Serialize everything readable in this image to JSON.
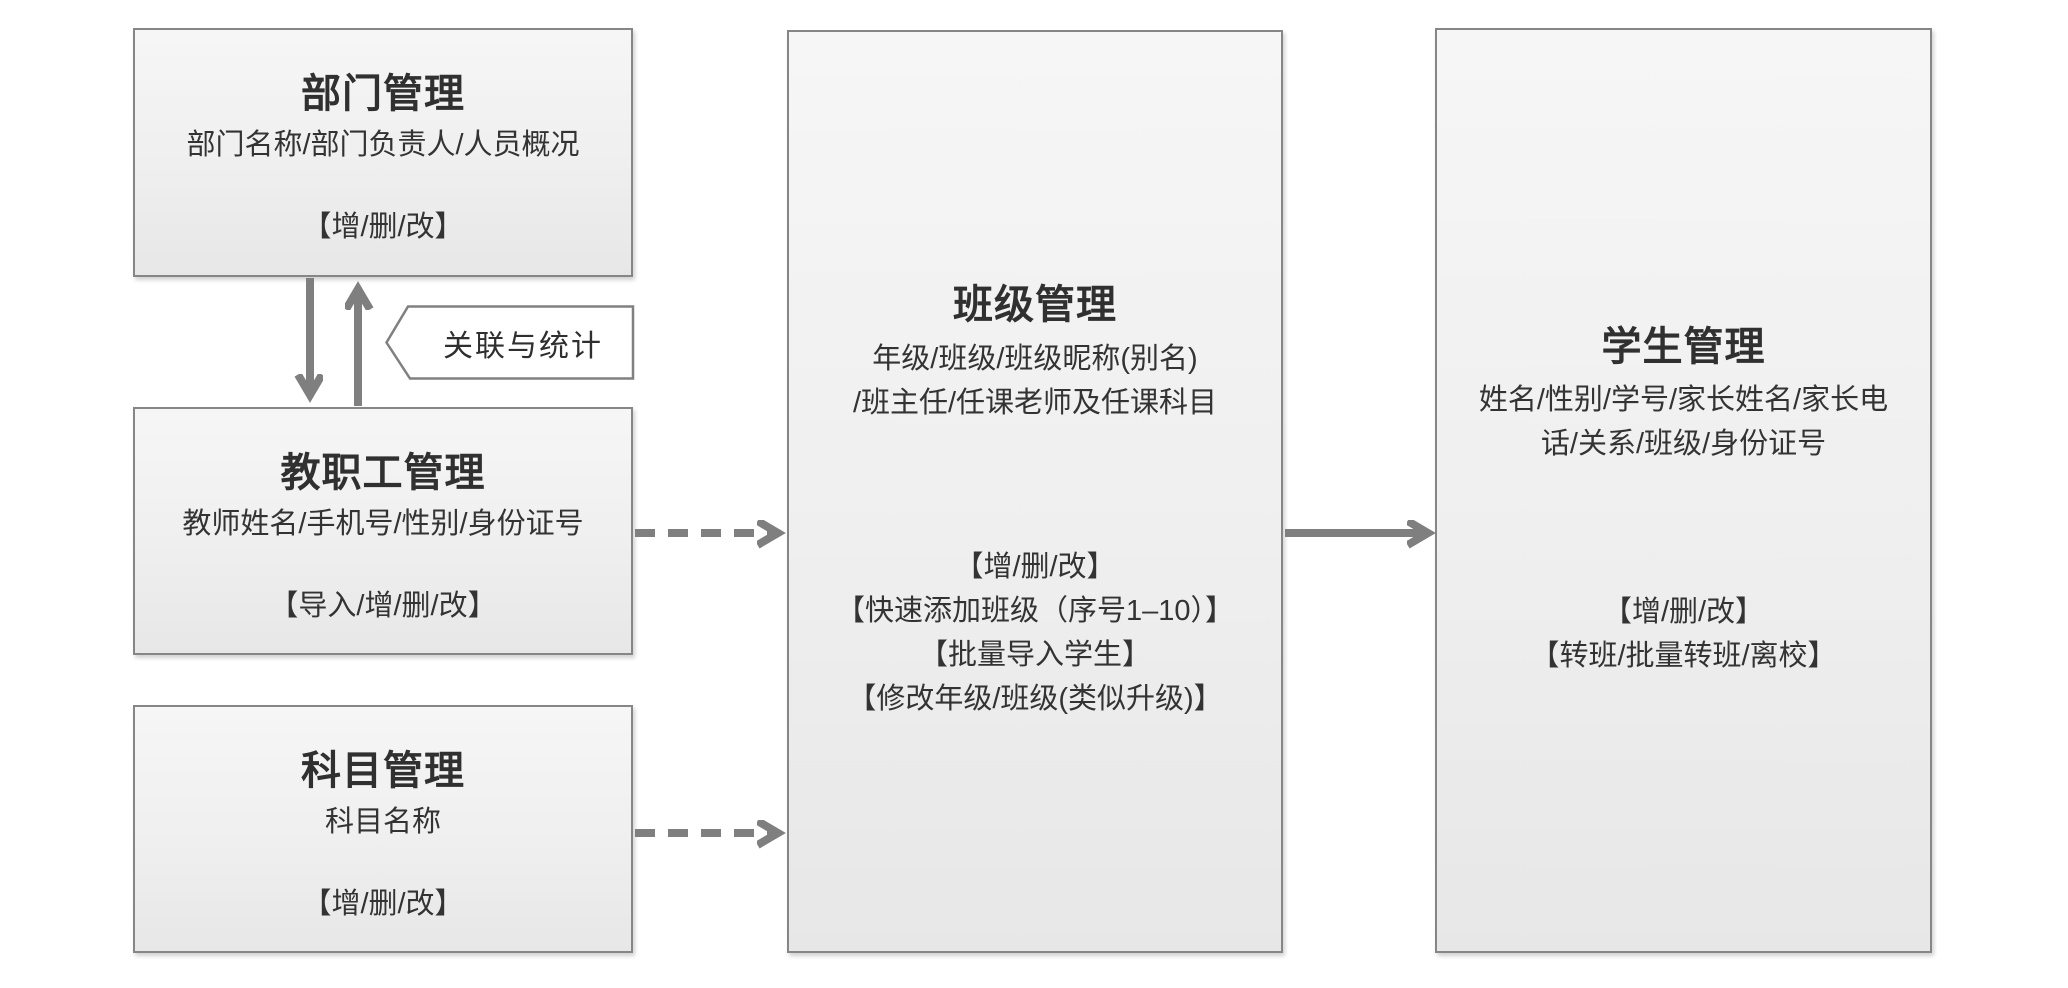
{
  "diagram": {
    "nodes": [
      {
        "id": "department",
        "title": "部门管理",
        "subtitle": "部门名称/部门负责人/人员概况",
        "operations": "【增/删/改】"
      },
      {
        "id": "staff",
        "title": "教职工管理",
        "subtitle": "教师姓名/手机号/性别/身份证号",
        "operations": "【导入/增/删/改】"
      },
      {
        "id": "subject",
        "title": "科目管理",
        "subtitle": "科目名称",
        "operations": "【增/删/改】"
      },
      {
        "id": "class",
        "title": "班级管理",
        "subtitle": [
          "年级/班级/班级昵称(别名)",
          "/班主任/任课老师及任课科目"
        ],
        "operations": [
          "【增/删/改】",
          "【快速添加班级（序号1–10）】",
          "【批量导入学生】",
          "【修改年级/班级(类似升级)】"
        ]
      },
      {
        "id": "student",
        "title": "学生管理",
        "subtitle": [
          "姓名/性别/学号/家长姓名/家长电",
          "话/关系/班级/身份证号"
        ],
        "operations": [
          "【增/删/改】",
          "【转班/批量转班/离校】"
        ]
      }
    ],
    "connector_label": "关联与统计",
    "colors": {
      "node_fill_top": "#f6f6f6",
      "node_fill_bottom": "#e7e7e7",
      "node_border": "#868686",
      "arrow": "#7f7f7f",
      "text": "#333333"
    }
  }
}
